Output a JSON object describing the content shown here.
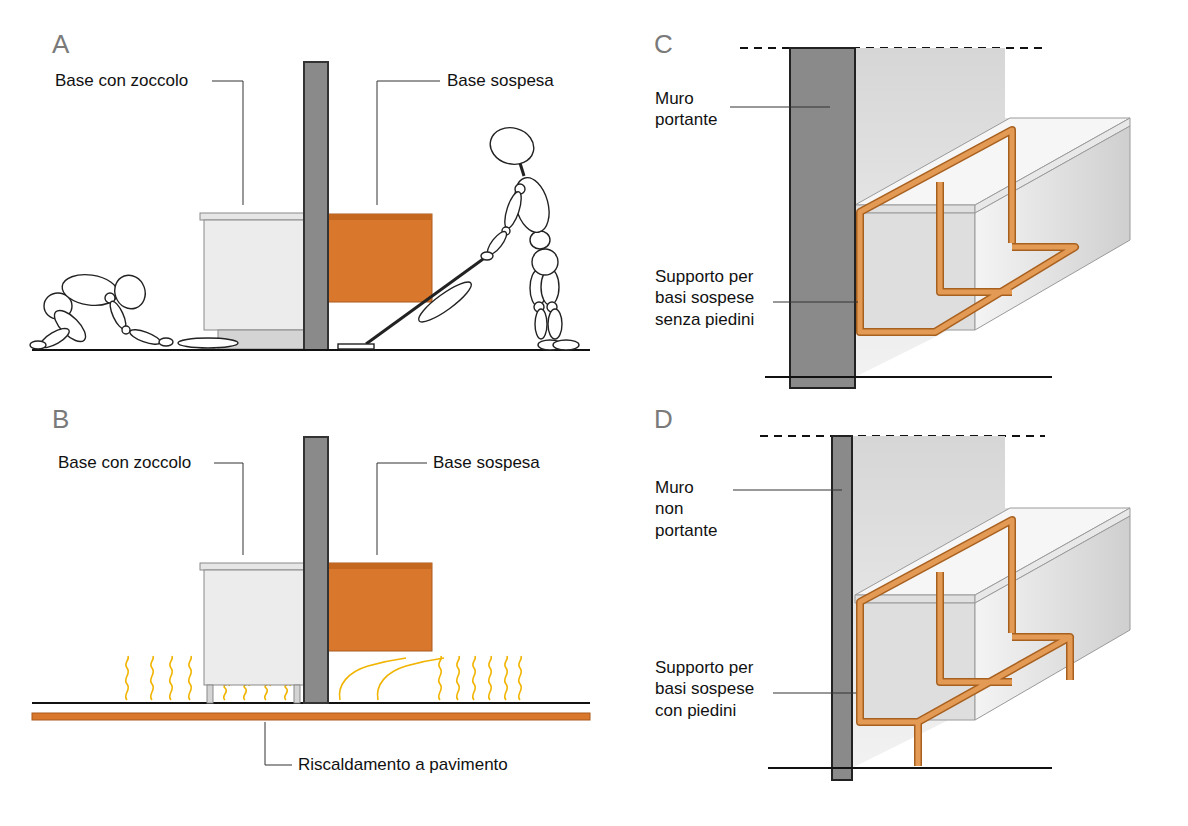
{
  "diagram": {
    "labels": [
      "A",
      "Base con zoccolo",
      "Base sospesa",
      "C",
      "Muro portante",
      "Supporto per basi sospese senza piedini",
      "B",
      "Base con zoccolo",
      "Base sospesa",
      "Riscaldamento a pavimento",
      "D",
      "Muro non portante",
      "Supporto per basi sospese con piedini"
    ]
  }
}
